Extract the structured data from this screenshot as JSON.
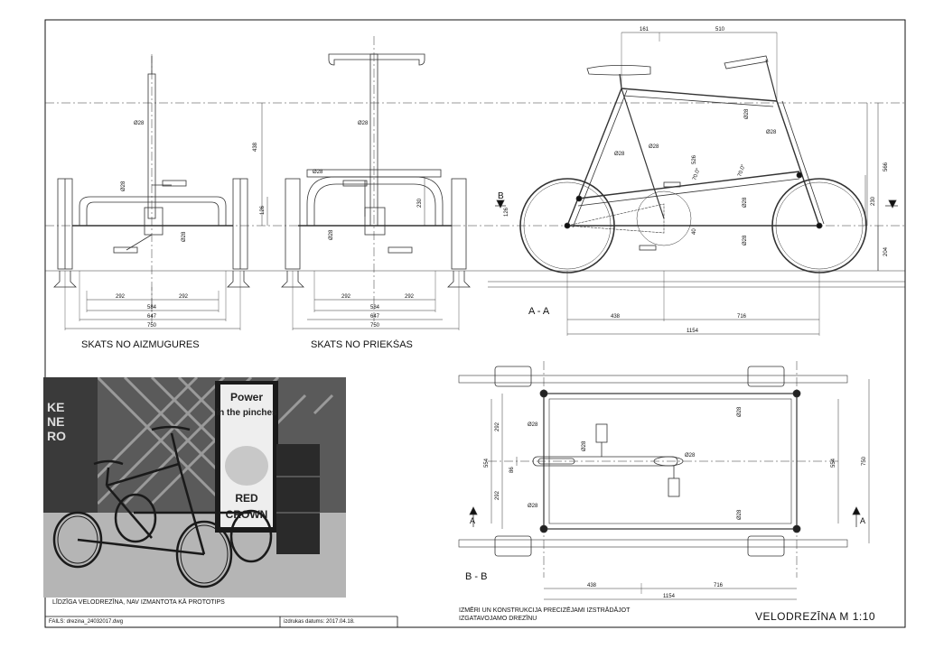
{
  "views": {
    "rear_title": "SKATS NO AIZMUGURES",
    "front_title": "SKATS NO PRIEKŠAS",
    "side_title": "A - A",
    "plan_title": "B - B"
  },
  "dimensions": {
    "rear": {
      "d1": "292",
      "d2": "292",
      "d3": "584",
      "d4": "647",
      "d5": "750",
      "h1": "438",
      "h2": "126",
      "pipe1": "Ø28",
      "pipe2": "Ø28",
      "pipe3": "Ø28"
    },
    "front": {
      "d1": "292",
      "d2": "292",
      "d3": "584",
      "d4": "647",
      "d5": "750",
      "h1": "230",
      "pipe1": "Ø28",
      "pipe2": "Ø28",
      "pipe3": "Ø28"
    },
    "side": {
      "top1": "161",
      "top2": "510",
      "d_frame1": "Ø28",
      "d_frame2": "Ø28",
      "d_frame3": "Ø28",
      "d_frame4": "Ø28",
      "d_frame5": "Ø28",
      "d_frame6": "Ø28",
      "h_526": "526",
      "h_566": "566",
      "h_230": "230",
      "h_204": "204",
      "h_126": "126",
      "h_40": "40",
      "ang1": "70.0°",
      "ang2": "70.0°",
      "bot1": "438",
      "bot2": "716",
      "bot3": "1154",
      "mark_B": "B"
    },
    "plan": {
      "v292a": "292",
      "v292b": "292",
      "v554": "554",
      "v554b": "554",
      "v750": "750",
      "v86": "86",
      "p1": "Ø28",
      "p2": "Ø28",
      "p3": "Ø28",
      "p4": "Ø28",
      "p5": "Ø28",
      "p6": "Ø28",
      "bot1": "438",
      "bot2": "716",
      "bot3": "1154",
      "markA1": "A",
      "markA2": "A"
    }
  },
  "photo": {
    "caption": "LĪDZĪGA VELODREZĪNA, NAV IZMANTOTA KĀ PROTOTIPS",
    "sign_line1": "Power",
    "sign_line2": "in the pinches",
    "sign_line3": "RED",
    "sign_line4": "CROWN",
    "bg_letters": [
      "KE",
      "NE",
      "RO"
    ]
  },
  "note": {
    "line1": "IZMĒRI UN KONSTRUKCIJA  PRECIZĒJAMI IZSTRĀDĀJOT",
    "line2": "IZGATAVOJAMO DREZĪNU"
  },
  "titleblock": {
    "file": "FAILS: drezina_24032017.dwg",
    "printed": "izdrukas datums: 2017.04.18.",
    "main_title": "VELODREZĪNA  M 1:10"
  }
}
